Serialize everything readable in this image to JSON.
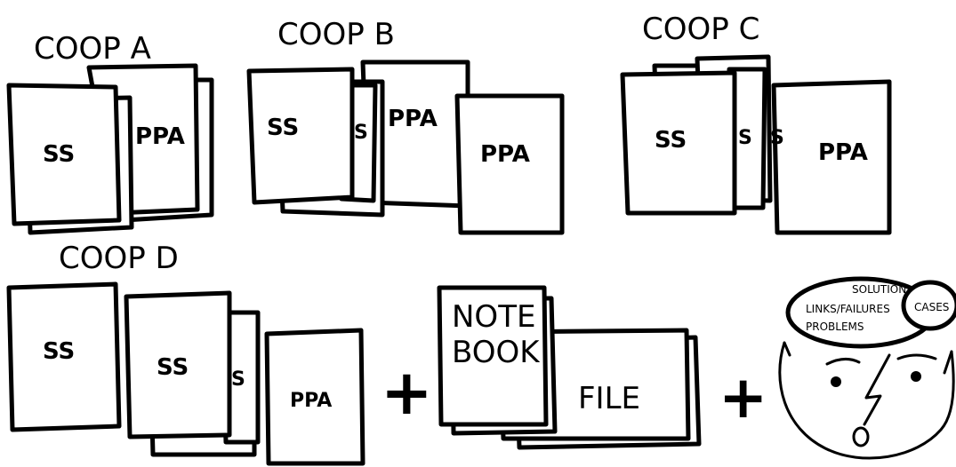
{
  "coops": {
    "a": {
      "title": "COOP A",
      "ss": "SS",
      "ppa": "PPA"
    },
    "b": {
      "title": "COOP B",
      "ss": "SS",
      "s": "S",
      "ppa1": "PPA",
      "ppa2": "PPA"
    },
    "c": {
      "title": "COOP C",
      "ss": "SS",
      "s1": "S",
      "s2": "S",
      "ppa": "PPA"
    },
    "d": {
      "title": "COOP D",
      "ss1": "SS",
      "ss2": "SS",
      "s": "S",
      "ppa": "PPA"
    }
  },
  "extras": {
    "plus": "+",
    "notebook_line1": "NOTE",
    "notebook_line2": "BOOK",
    "file": "FILE",
    "brain": {
      "solution": "SOLUTION",
      "links_failures": "LINKS/FAILURES",
      "problems": "PROBLEMS",
      "cases": "CASES"
    }
  }
}
